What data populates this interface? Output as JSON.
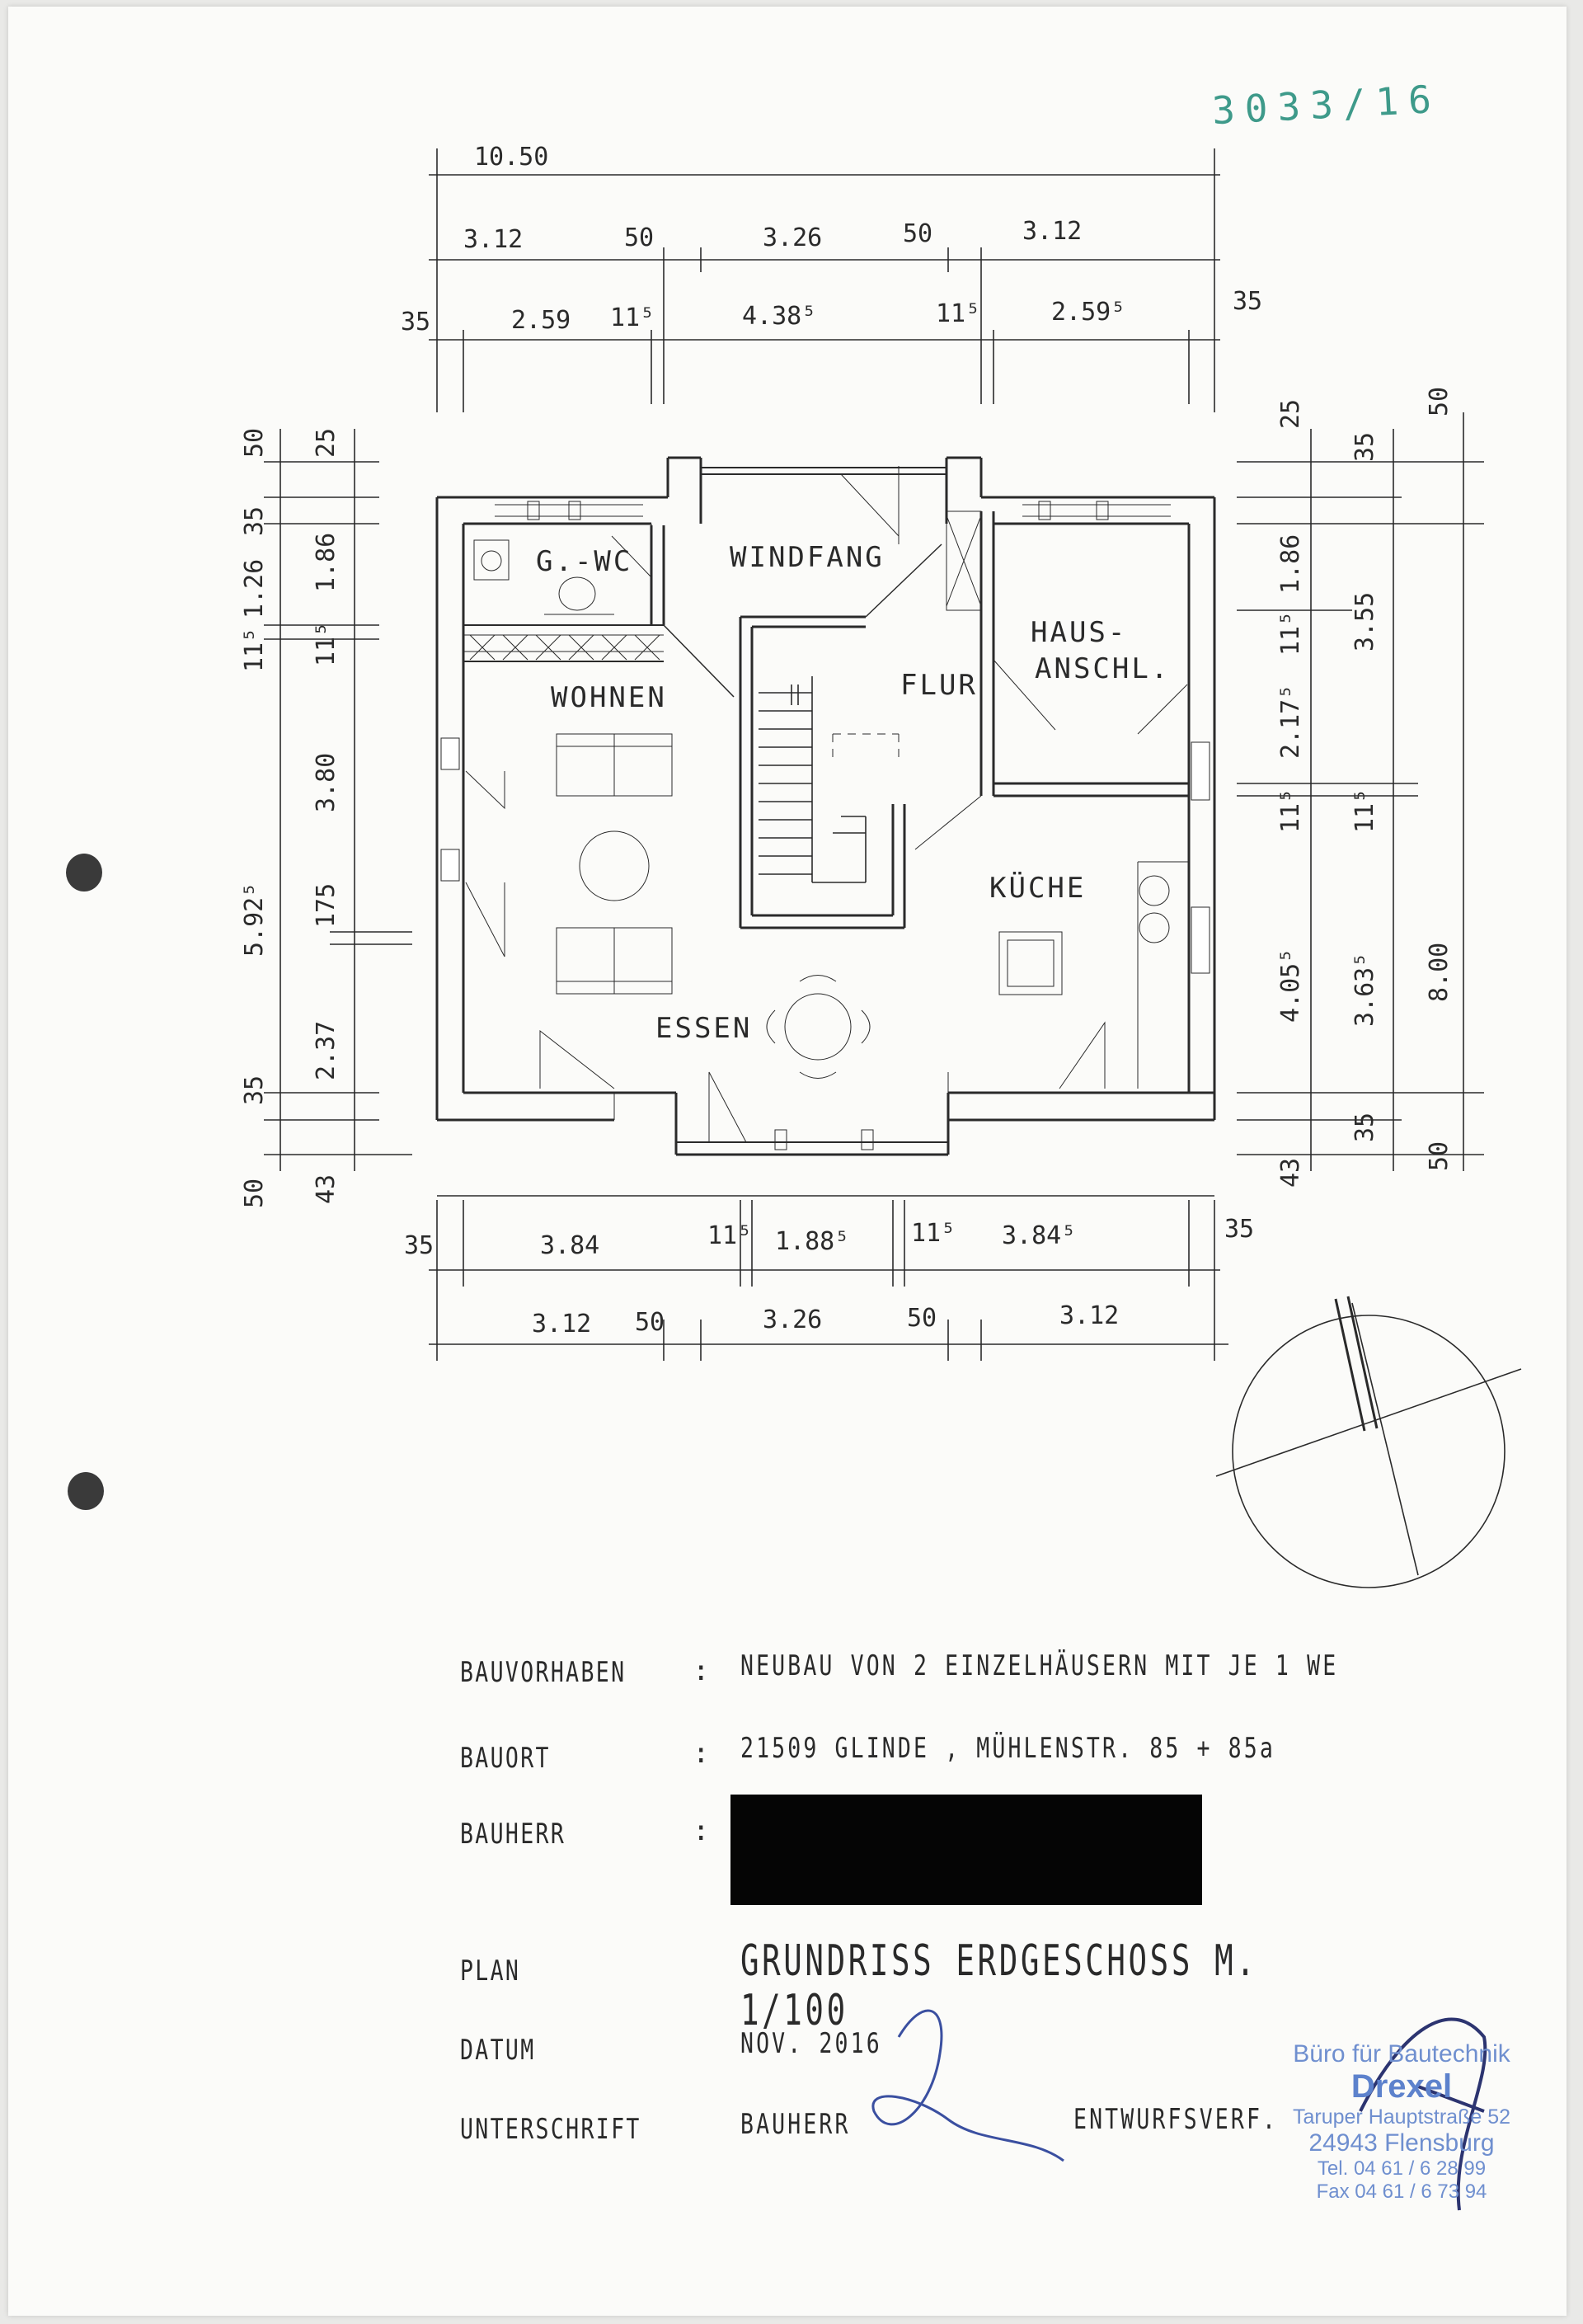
{
  "document_number": "3033/16",
  "room_labels": {
    "gwc": "G.-WC",
    "windfang": "WINDFANG",
    "wohnen": "WOHNEN",
    "flur": "FLUR",
    "haus_line1": "HAUS-",
    "haus_line2": "ANSCHL.",
    "kueche": "KÜCHE",
    "essen": "ESSEN"
  },
  "dimensions": {
    "top": {
      "overall": "10.50",
      "row2": [
        "3.12",
        "50",
        "3.26",
        "50",
        "3.12"
      ],
      "row3": [
        "35",
        "2.59",
        "11⁵",
        "4.38⁵",
        "11⁵",
        "2.59⁵",
        "35"
      ]
    },
    "bottom": {
      "row1": [
        "35",
        "3.84",
        "11⁵",
        "1.88⁵",
        "11⁵",
        "3.84⁵",
        "35"
      ],
      "row2": [
        "3.12",
        "50",
        "3.26",
        "50",
        "3.12"
      ]
    },
    "left": {
      "outer": [
        "50",
        "35",
        "1.26",
        "11⁵",
        "5.92⁵",
        "35",
        "50"
      ],
      "inner": [
        "25",
        "1.86",
        "11⁵",
        "3.80",
        "175",
        "2.37",
        "43"
      ]
    },
    "right": {
      "inner": [
        "25",
        "1.86",
        "11⁵",
        "2.17⁵",
        "11⁵",
        "4.05⁵",
        "43"
      ],
      "middle": [
        "35",
        "3.55",
        "11⁵",
        "3.63⁵",
        "35"
      ],
      "outer": [
        "50",
        "8.00",
        "50"
      ]
    }
  },
  "title_block": {
    "rows": [
      {
        "label": "BAUVORHABEN",
        "value": "NEUBAU VON 2 EINZELHÄUSERN  MIT  JE 1 WE"
      },
      {
        "label": "BAUORT",
        "value": "21509  GLINDE , MÜHLENSTR. 85 + 85a"
      },
      {
        "label": "BAUHERR",
        "value": ""
      },
      {
        "label": "PLAN",
        "value": "GRUNDRISS ERDGESCHOSS   M. 1/100"
      },
      {
        "label": "DATUM",
        "value": "NOV. 2016"
      },
      {
        "label": "UNTERSCHRIFT",
        "value": "BAUHERR"
      }
    ],
    "colon": ":",
    "entwurf": "ENTWURFSVERF."
  },
  "stamp": {
    "line1": "Büro für Bautechnik",
    "line2": "Drexel",
    "line3": "Taruper Hauptstraße 52",
    "line4": "24943 Flensburg",
    "line5": "Tel. 04 61 / 6 28 99",
    "line6": "Fax 04 61 / 6 73 94"
  }
}
